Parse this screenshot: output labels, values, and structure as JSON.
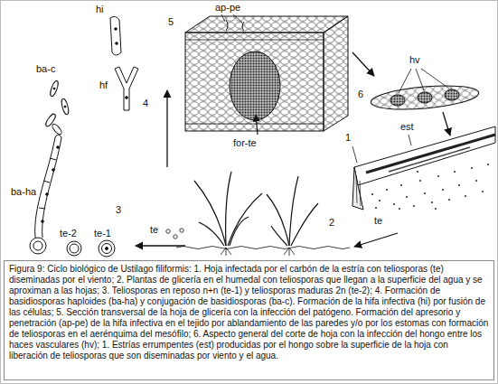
{
  "diagram": {
    "caption": "Figura 9: Ciclo biológico de Ustilago filiformis: 1. Hoja infectada por el carbón de la estría con teliosporas (te) diseminadas por el viento; 2. Plantas de glicería en el humedal con teliosporas que llegan a la superficie del agua y se aproximan a las hojas; 3. Teliosporas en reposo n+n (te-1) y teliosporas maduras 2n (te-2); 4. Formación de basidiosporas haploides (ba-ha) y conjugación de basidiosporas (ba-c). Formación de la hifa infectiva (hi) por fusión de las células; 5. Sección transversal de la hoja de glicería con la infección del patógeno. Formación del apresorio y penetración (ap-pe) de la hifa infectiva en el tejido por ablandamiento de las paredes y/o por los estomas con formación de teliosporas en el aerénquima del mesófilo; 6. Aspecto general del corte de hoja con la infección del hongo entre los haces vasculares (hv); 1. Estrías errumpentes (est) producidas por el hongo sobre la superficie de la hoja con liberación de teliosporas que son diseminadas por viento y el agua.",
    "labels": [
      "ap-pe",
      "hi",
      "5",
      "hv",
      "ba-c",
      "hf",
      "4",
      "6",
      "for-te",
      "est",
      "1",
      "ba-ha",
      "3",
      "te-2",
      "te-1",
      "te",
      "2",
      "te"
    ]
  }
}
